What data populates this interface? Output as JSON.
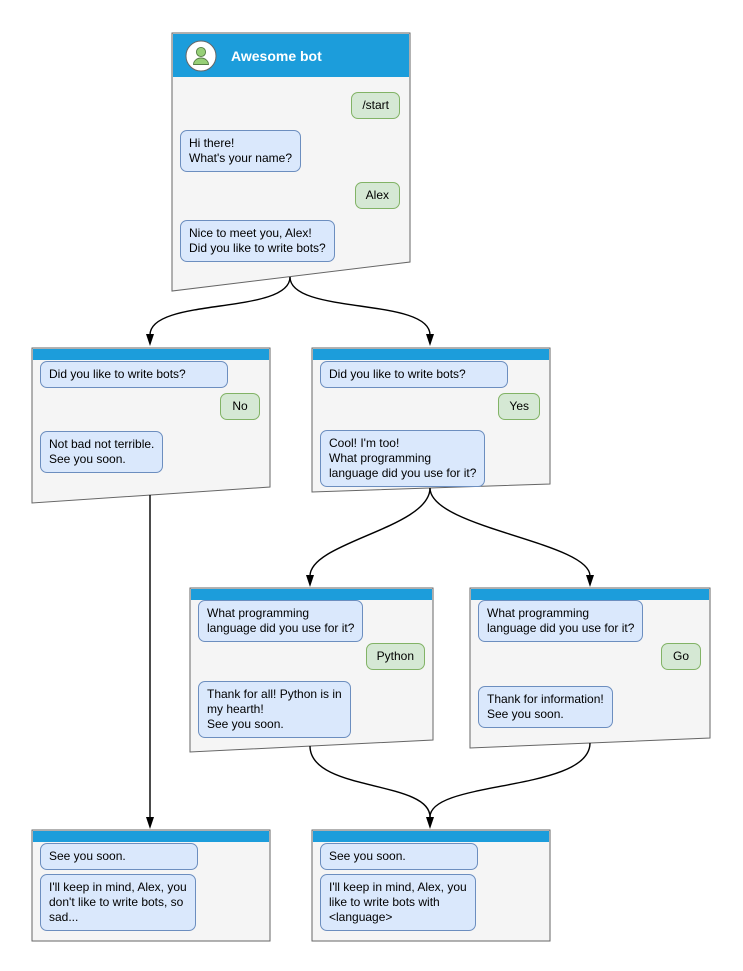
{
  "diagram": {
    "title": "Awesome bot",
    "type": "chatbot-conversation-flowchart"
  },
  "colors": {
    "canvas_bg": "#ffffff",
    "header_blue": "#1c9ddb",
    "window_bg": "#f5f5f5",
    "window_border": "#666666",
    "bot_bubble_bg": "#dae8fc",
    "bot_bubble_border": "#6c8ebf",
    "user_bubble_bg": "#d5e8d4",
    "user_bubble_border": "#82b366",
    "avatar_green": "#97d077",
    "arrow": "#000000"
  },
  "windows": [
    {
      "id": "main",
      "title": "Awesome bot",
      "messages": [
        {
          "from": "user",
          "text": "/start"
        },
        {
          "from": "bot",
          "text": "Hi there!\nWhat's your name?"
        },
        {
          "from": "user",
          "text": "Alex"
        },
        {
          "from": "bot",
          "text": "Nice to meet you, Alex!\nDid you like to write bots?"
        }
      ]
    },
    {
      "id": "branch-no",
      "messages": [
        {
          "from": "bot",
          "text": "Did you like to write bots?"
        },
        {
          "from": "user",
          "text": "No"
        },
        {
          "from": "bot",
          "text": "Not bad not terrible.\nSee you soon."
        }
      ]
    },
    {
      "id": "branch-yes",
      "messages": [
        {
          "from": "bot",
          "text": "Did you like to write bots?"
        },
        {
          "from": "user",
          "text": "Yes"
        },
        {
          "from": "bot",
          "text": "Cool! I'm too!\nWhat programming\nlanguage did you use for it?"
        }
      ]
    },
    {
      "id": "branch-python",
      "messages": [
        {
          "from": "bot",
          "text": "What programming\nlanguage did you use for it?"
        },
        {
          "from": "user",
          "text": "Python"
        },
        {
          "from": "bot",
          "text": "Thank for all! Python is in\nmy hearth!\nSee you soon."
        }
      ]
    },
    {
      "id": "branch-go",
      "messages": [
        {
          "from": "bot",
          "text": "What programming\nlanguage did you use for it?"
        },
        {
          "from": "user",
          "text": "Go"
        },
        {
          "from": "bot",
          "text": "Thank for information!\nSee you soon."
        }
      ]
    },
    {
      "id": "end-no",
      "messages": [
        {
          "from": "bot",
          "text": "See you soon."
        },
        {
          "from": "bot",
          "text": "I'll keep in mind, Alex, you\ndon't like to write bots, so\nsad..."
        }
      ]
    },
    {
      "id": "end-yes",
      "messages": [
        {
          "from": "bot",
          "text": "See you soon."
        },
        {
          "from": "bot",
          "text": "I'll keep in mind, Alex, you\nlike to write bots with\n<language>"
        }
      ]
    }
  ]
}
